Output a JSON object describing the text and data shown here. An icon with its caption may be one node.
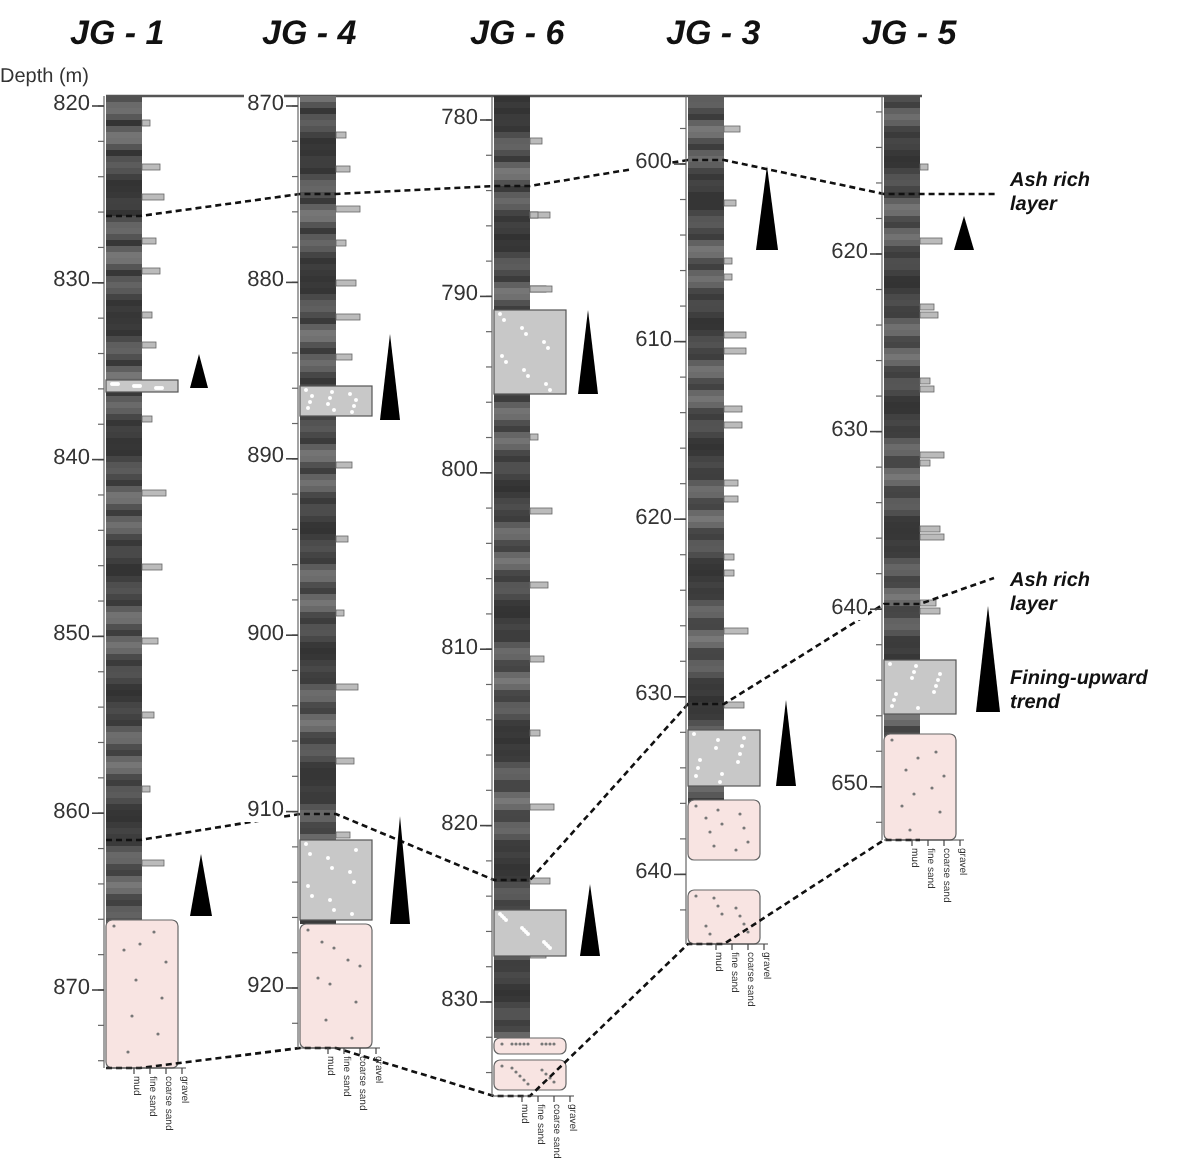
{
  "diagram": {
    "labels": [
      "JG - 1",
      "JG - 4",
      "JG - 6",
      "JG - 3",
      "JG - 5",
      "Depth (m)",
      "820",
      "830",
      "840",
      "850",
      "860",
      "870",
      "870",
      "880",
      "890",
      "900",
      "910",
      "920",
      "780",
      "790",
      "800",
      "810",
      "820",
      "830",
      "600",
      "610",
      "620",
      "630",
      "640",
      "620",
      "630",
      "640",
      "650",
      "Ash rich layer",
      "Ash rich layer",
      "Fining-upward trend",
      "mud",
      "fine sand",
      "coarse sand",
      "gravel",
      "mud",
      "fine sand",
      "coarse sand",
      "gravel",
      "mud",
      "fine sand",
      "coarse sand",
      "gravel",
      "mud",
      "fine sand",
      "coarse sand",
      "gravel",
      "mud",
      "fine sand",
      "coarse sand",
      "gravel"
    ]
  }
}
